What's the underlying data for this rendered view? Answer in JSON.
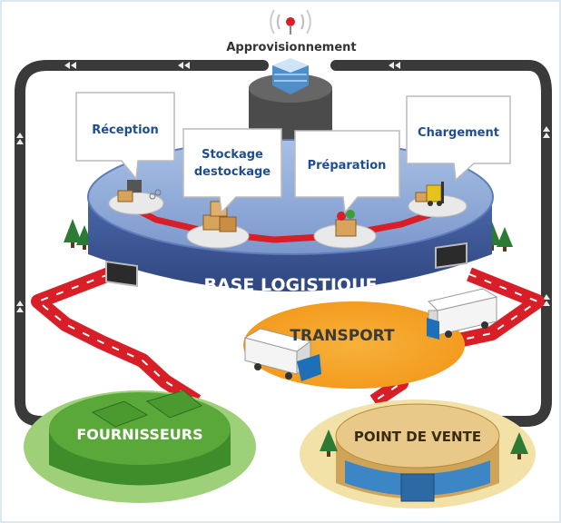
{
  "top": {
    "approvisionnement": "Approvisionnement"
  },
  "stations": {
    "reception": "Réception",
    "stockage_line1": "Stockage",
    "stockage_line2": "destockage",
    "preparation": "Préparation",
    "chargement": "Chargement"
  },
  "base": {
    "label": "BASE LOGISTIQUE"
  },
  "transport": {
    "label": "TRANSPORT"
  },
  "fournisseurs": {
    "label": "FOURNISSEURS"
  },
  "point_de_vente": {
    "label": "POINT DE VENTE"
  },
  "colors": {
    "platform_top": "#8ea9d6",
    "platform_side": "#3e5b98",
    "red_path": "#d81e26",
    "transport_glow": "#f39c1f",
    "supplier_green": "#5aa83a",
    "store_beige": "#e8c989",
    "loop_dark": "#3a3a3a"
  },
  "icons": [
    "radio-antenna-icon",
    "server-building-icon",
    "scanner-icon",
    "boxes-icon",
    "box-with-ball-icon",
    "forklift-icon",
    "truck-icon",
    "tree-icon"
  ]
}
